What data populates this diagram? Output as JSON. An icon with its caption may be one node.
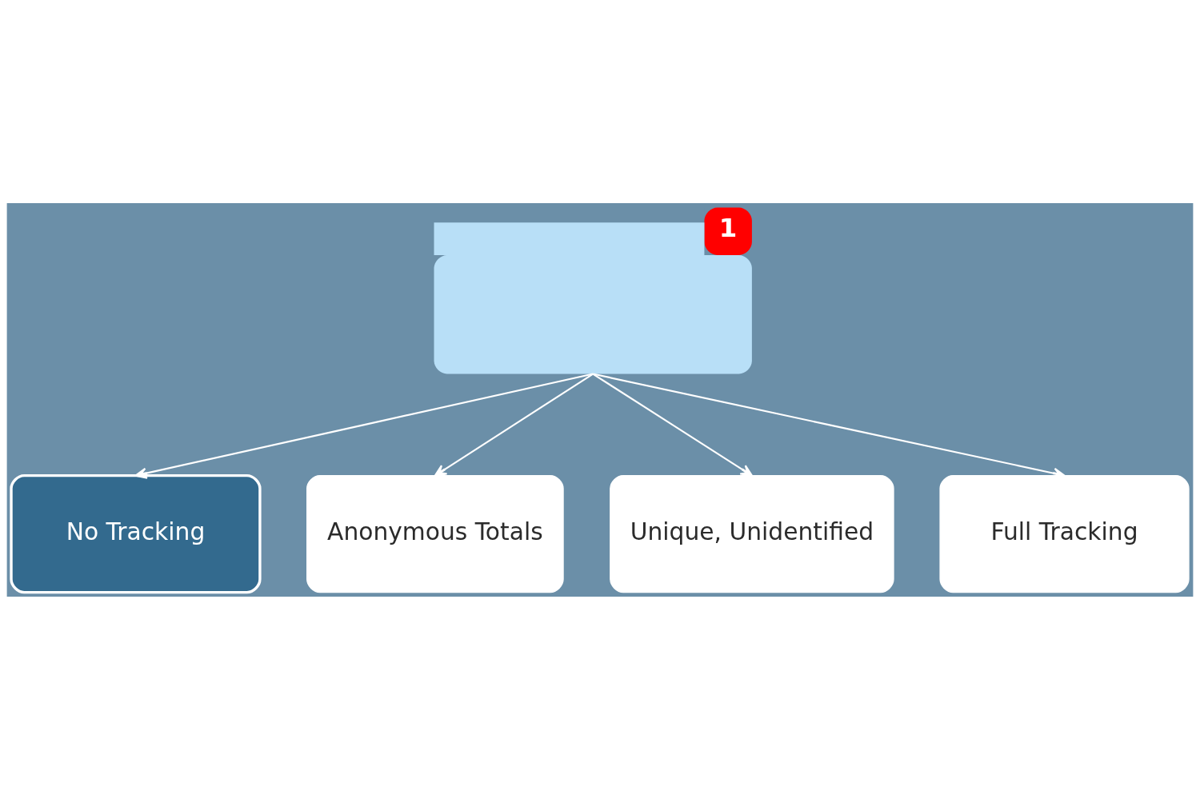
{
  "diagram": {
    "nodes": [
      {
        "text": [
          "1"
        ]
      },
      {
        "text": [
          "No Tracking"
        ]
      },
      {
        "text": [
          "Anonymous Totals"
        ]
      },
      {
        "text": [
          "Unique, Unidentified"
        ]
      },
      {
        "text": [
          "Full Tracking"
        ]
      }
    ],
    "edges": [
      {
        "from": 0,
        "to": 1,
        "arrow": "to"
      },
      {
        "from": 0,
        "to": 2,
        "arrow": "to"
      },
      {
        "from": 0,
        "to": 3,
        "arrow": "to"
      },
      {
        "from": 0,
        "to": 4,
        "arrow": "to"
      }
    ]
  }
}
